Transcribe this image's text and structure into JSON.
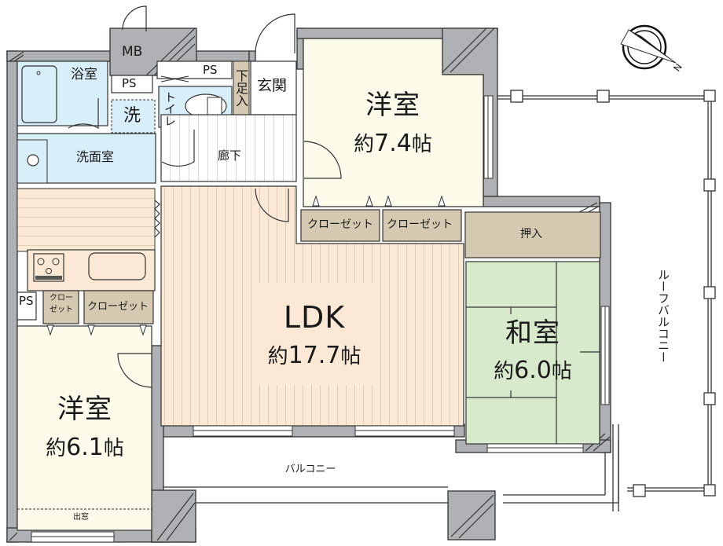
{
  "floor_plan": {
    "compass": {
      "label": "N",
      "icon": "compass-north-arrow"
    },
    "colors": {
      "wall": "#b0b1b4",
      "wall_line": "#333333",
      "western_room": "#fdfbe9",
      "ldk": "#fbe9d6",
      "ldk_stripe": "#e2cfb9",
      "japanese_room": "#d7eacb",
      "storage": "#d5c9b1",
      "wet_area": "#d8eef8",
      "hallway": "#ffffff"
    },
    "rooms": [
      {
        "id": "western-room-1",
        "name": "洋室",
        "size_prefix": "約",
        "size": "7.4",
        "unit": "帖"
      },
      {
        "id": "ldk",
        "name": "LDK",
        "size_prefix": "約",
        "size": "17.7",
        "unit": "帖"
      },
      {
        "id": "japanese-room",
        "name": "和室",
        "size_prefix": "約",
        "size": "6.0",
        "unit": "帖"
      },
      {
        "id": "western-room-2",
        "name": "洋室",
        "size_prefix": "約",
        "size": "6.1",
        "unit": "帖"
      }
    ],
    "labels": {
      "mb": "MB",
      "bathroom": "浴室",
      "ps_1": "PS",
      "ps_2": "PS",
      "ps_3": "PS",
      "laundry": "洗",
      "toilet": "トイレ",
      "shoe_storage": "下足入",
      "entrance": "玄関",
      "washroom": "洗面室",
      "hallway": "廊下",
      "closet_1": "クローゼット",
      "closet_2": "クローゼット",
      "closet_3": "クローゼット",
      "closet_small_line1": "クロー",
      "closet_small_line2": "ゼット",
      "oshiire": "押入",
      "roof_balcony": "ルーフバルコニー",
      "balcony": "バルコニー",
      "bay_window": "出窓"
    }
  }
}
